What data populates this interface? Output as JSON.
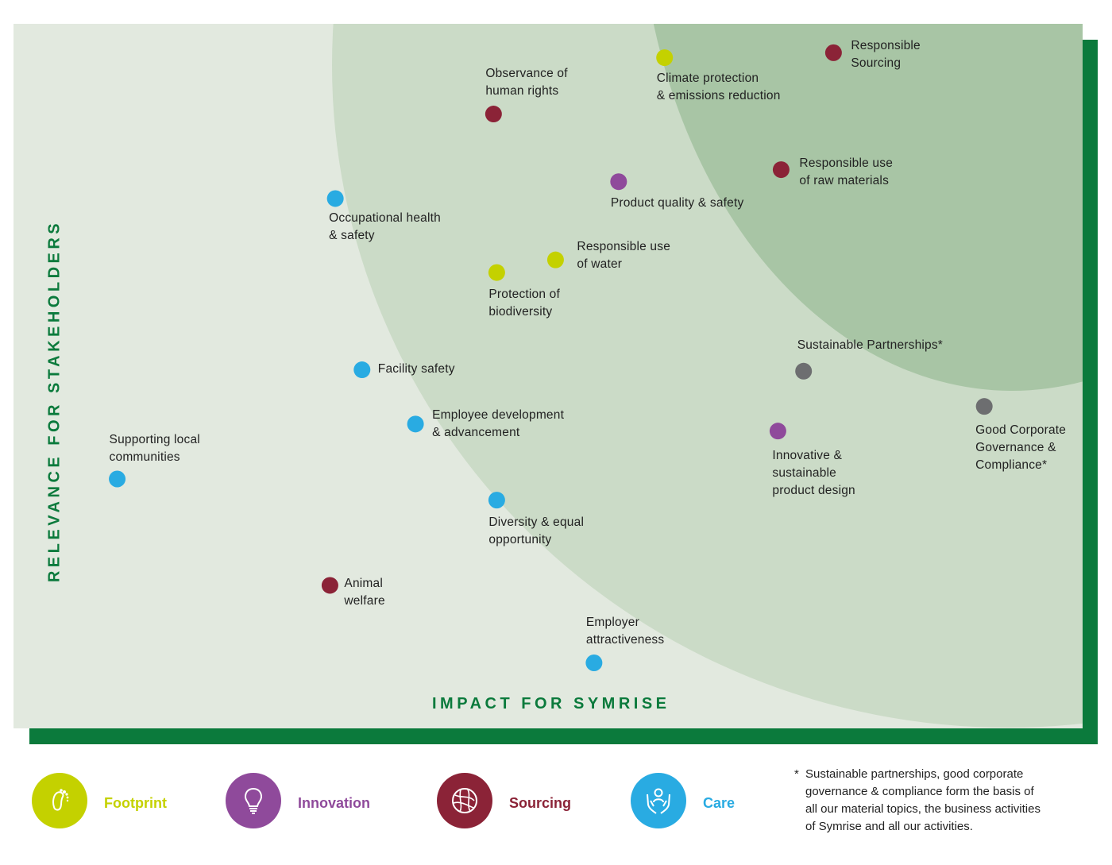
{
  "chart_data": {
    "type": "scatter",
    "xlabel": "IMPACT FOR SYMRISE",
    "ylabel": "RELEVANCE FOR STAKEHOLDERS",
    "points": [
      {
        "label": "Observance of\nhuman rights",
        "category": "Sourcing",
        "x": 0.449,
        "y": 0.872
      },
      {
        "label": "Climate protection\n& emissions reduction",
        "category": "Footprint",
        "x": 0.609,
        "y": 0.952
      },
      {
        "label": "Responsible\nSourcing",
        "category": "Sourcing",
        "x": 0.767,
        "y": 0.959
      },
      {
        "label": "Product quality & safety",
        "category": "Innovation",
        "x": 0.566,
        "y": 0.776
      },
      {
        "label": "Responsible use\nof raw materials",
        "category": "Sourcing",
        "x": 0.718,
        "y": 0.793
      },
      {
        "label": "Occupational health\n& safety",
        "category": "Care",
        "x": 0.301,
        "y": 0.752
      },
      {
        "label": "Responsible use\nof water",
        "category": "Footprint",
        "x": 0.507,
        "y": 0.665
      },
      {
        "label": "Protection of\nbiodiversity",
        "category": "Footprint",
        "x": 0.452,
        "y": 0.647
      },
      {
        "label": "Sustainable Partnerships*",
        "category": "Foundation",
        "x": 0.739,
        "y": 0.507
      },
      {
        "label": "Facility safety",
        "category": "Care",
        "x": 0.326,
        "y": 0.509
      },
      {
        "label": "Good Corporate\nGovernance &\nCompliance*",
        "category": "Foundation",
        "x": 0.908,
        "y": 0.457
      },
      {
        "label": "Employee development\n& advancement",
        "category": "Care",
        "x": 0.376,
        "y": 0.432
      },
      {
        "label": "Innovative &\nsustainable\nproduct design",
        "category": "Innovation",
        "x": 0.715,
        "y": 0.422
      },
      {
        "label": "Supporting local\ncommunities",
        "category": "Care",
        "x": 0.097,
        "y": 0.354
      },
      {
        "label": "Diversity & equal\nopportunity",
        "category": "Care",
        "x": 0.452,
        "y": 0.324
      },
      {
        "label": "Animal\nwelfare",
        "category": "Sourcing",
        "x": 0.296,
        "y": 0.203
      },
      {
        "label": "Employer\nattractiveness",
        "category": "Care",
        "x": 0.543,
        "y": 0.093
      }
    ]
  },
  "legend": [
    {
      "name": "Footprint",
      "icon": "footprint-icon",
      "color": "#c4d100"
    },
    {
      "name": "Innovation",
      "icon": "lightbulb-icon",
      "color": "#8f4a9b"
    },
    {
      "name": "Sourcing",
      "icon": "globe-icon",
      "color": "#8b2337"
    },
    {
      "name": "Care",
      "icon": "hands-icon",
      "color": "#29abe2"
    }
  ],
  "colors": {
    "Footprint": "#c4d100",
    "Innovation": "#8f4a9b",
    "Sourcing": "#8b2337",
    "Care": "#29abe2",
    "Foundation": "#6d6e70",
    "axis": "#0b7a3c",
    "zone_low": "#e2e9df",
    "zone_mid": "#cbdbc7",
    "zone_high": "#a8c5a5"
  },
  "footnote": {
    "star": "*",
    "text": "Sustainable partnerships, good corporate\ngovernance & compliance form the basis of\nall our material topics, the business activities\nof Symrise and all our activities."
  }
}
